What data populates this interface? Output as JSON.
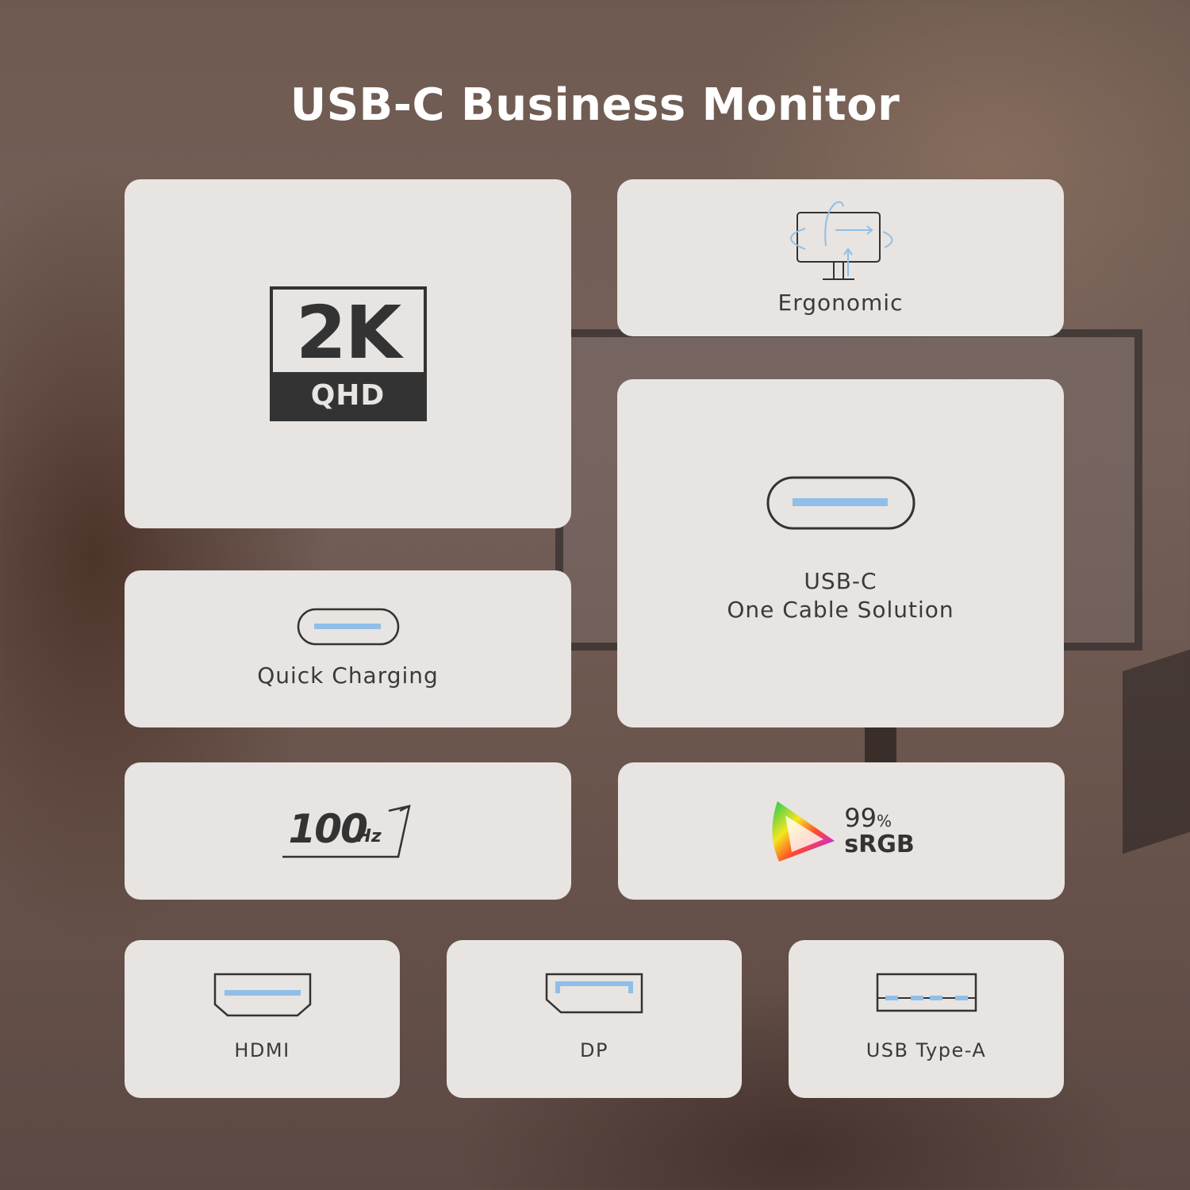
{
  "title": "USB-C Business Monitor",
  "features": {
    "resolution": {
      "big": "2K",
      "small": "QHD"
    },
    "ergonomic": {
      "label": "Ergonomic"
    },
    "usbc": {
      "line1": "USB-C",
      "line2": "One Cable Solution"
    },
    "quick_charging": {
      "label": "Quick Charging"
    },
    "refresh": {
      "value": "100",
      "unit": "Hz"
    },
    "color": {
      "percent": "99",
      "percent_sign": "%",
      "gamut": "sRGB"
    },
    "ports": [
      {
        "label": "HDMI"
      },
      {
        "label": "DP"
      },
      {
        "label": "USB Type-A"
      }
    ]
  },
  "colors": {
    "card_bg": "#e7e4e1",
    "icon_dark": "#333333",
    "icon_accent": "#8fbfe8",
    "title_text": "#ffffff"
  }
}
